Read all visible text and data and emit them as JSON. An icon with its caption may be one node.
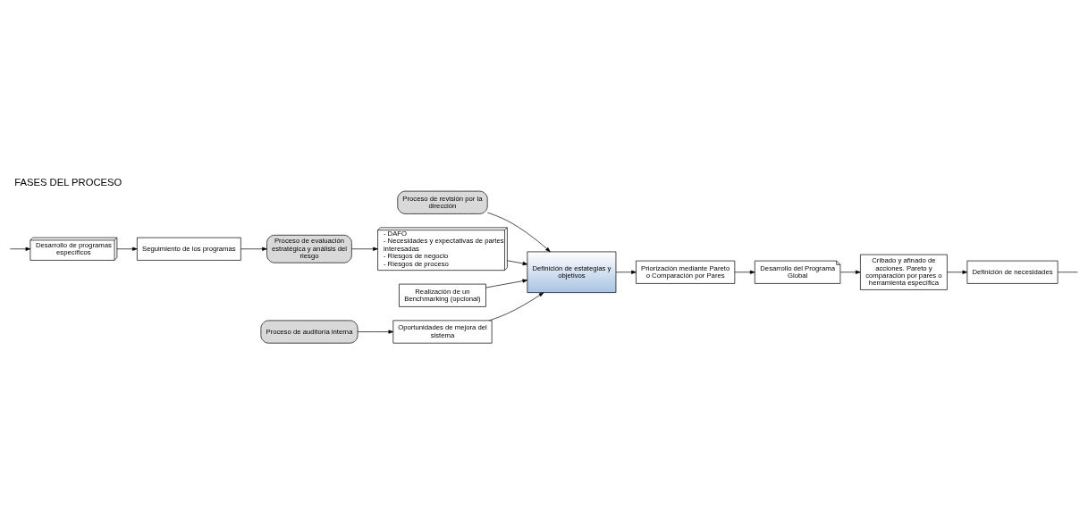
{
  "diagram": {
    "title": "FASES DEL PROCESO",
    "nodes": [
      {
        "text": [
          "Proceso de revisión por la dirección"
        ]
      },
      {
        "text": [
          "Proceso de evaluación estratégica y análisis del riesgo"
        ]
      },
      {
        "text": [
          "- DAFO",
          "- Necesidades y expectativas de partes interesadas",
          "- Riesgos de negocio",
          "- Riesgos de proceso"
        ]
      },
      {
        "text": [
          "Definición de estategias y objetivos"
        ]
      },
      {
        "text": [
          "Priorización mediante Pareto o Comparación por Pares"
        ]
      },
      {
        "text": [
          "Desarrollo del Programa Global"
        ]
      },
      {
        "text": [
          "Cribado y afinado de acciones. Pareto y comparación por pares o herramienta específica"
        ]
      },
      {
        "text": [
          "Realización de un Benchmarking (opcional)"
        ]
      },
      {
        "text": [
          "Proceso de auditoría interna"
        ]
      },
      {
        "text": [
          "Oportunidades de mejora del sistema"
        ]
      },
      {
        "text": [
          "Desarrollo de programas específicos"
        ]
      },
      {
        "text": [
          "Definición de necesidades"
        ]
      },
      {
        "text": [
          "Seguimiento de los programas"
        ]
      }
    ],
    "edges": [
      {
        "from": 0,
        "to": 3,
        "arrow": "to"
      },
      {
        "from": 1,
        "to": 2,
        "arrow": "to"
      },
      {
        "from": 2,
        "to": 3,
        "arrow": "to"
      },
      {
        "from": 7,
        "to": 3,
        "arrow": "to"
      },
      {
        "from": 9,
        "to": 3,
        "arrow": "to"
      },
      {
        "from": 3,
        "to": 4,
        "arrow": "to"
      },
      {
        "from": 4,
        "to": 5,
        "arrow": "to"
      },
      {
        "from": 5,
        "to": 6,
        "arrow": "to"
      },
      {
        "from": 6,
        "to": 11,
        "arrow": "to"
      },
      {
        "from": 8,
        "to": 9,
        "arrow": "to"
      },
      {
        "from": 10,
        "to": 12,
        "arrow": "to"
      },
      {
        "from": 12,
        "to": 1,
        "arrow": "to"
      },
      {
        "from": null,
        "to": 10,
        "arrow": "to"
      },
      {
        "from": 11,
        "to": null,
        "arrow": "none"
      }
    ]
  }
}
